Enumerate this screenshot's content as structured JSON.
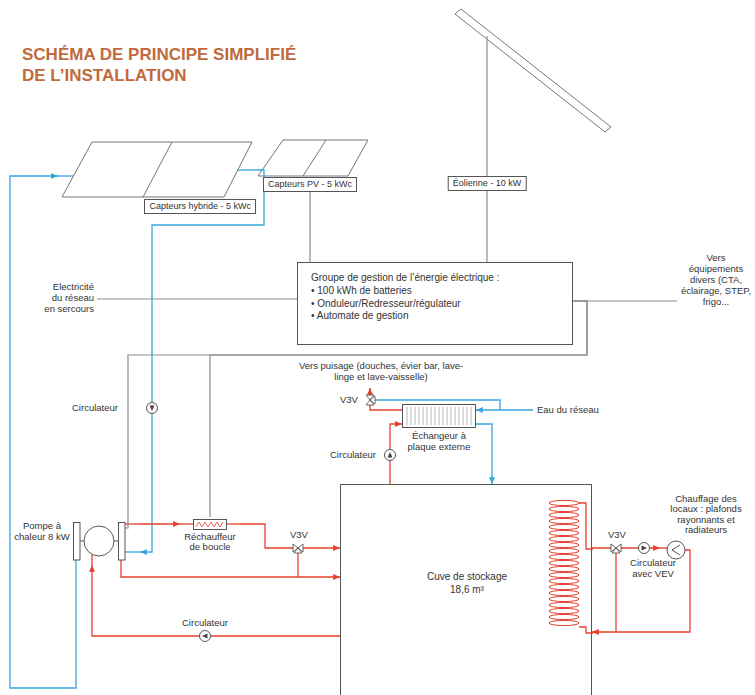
{
  "diagram": {
    "title": "SCHÉMA DE PRINCIPE SIMPLIFIÉ DE L’INSTALLATION",
    "nodes": [
      {
        "text": [
          "Capteurs hybride - 5 kWc"
        ]
      },
      {
        "text": [
          "Capteurs PV - 5 kWc"
        ]
      },
      {
        "text": [
          "Éolienne - 10 kW"
        ]
      },
      {
        "text": [
          "Groupe de gestion de l’énergie électrique :",
          "• 100 kWh de batteries",
          "• Onduleur/Redresseur/régulateur",
          "• Automate de gestion"
        ]
      },
      {
        "text": [
          "Échangeur à plaque externe"
        ]
      },
      {
        "text": [
          "Cuve de stockage 18,6 m³"
        ]
      },
      {
        "text": [
          "Chauffage des locaux : plafonds rayonnants et radiateurs"
        ]
      },
      {
        "text": [
          "Réchauffeur de boucle"
        ]
      },
      {
        "text": [
          "Pompe à chaleur 8 kW"
        ]
      }
    ],
    "edges": [
      {
        "from": 1,
        "to": 3,
        "arrow": "none"
      },
      {
        "from": 2,
        "to": 3,
        "arrow": "none"
      },
      {
        "from": 3,
        "to": 8,
        "arrow": "none"
      },
      {
        "from": 3,
        "to": 7,
        "arrow": "none"
      },
      {
        "from": 0,
        "to": 8,
        "arrow": "to"
      },
      {
        "from": 8,
        "to": 0,
        "arrow": "to"
      },
      {
        "from": 8,
        "to": 7,
        "arrow": "to"
      },
      {
        "from": 7,
        "to": 5,
        "arrow": "to"
      },
      {
        "from": 8,
        "to": 5,
        "arrow": "to"
      },
      {
        "from": 5,
        "to": 8,
        "arrow": "to"
      },
      {
        "from": 5,
        "to": 4,
        "arrow": "to"
      },
      {
        "from": 4,
        "to": 5,
        "arrow": "to"
      },
      {
        "from": 5,
        "to": 6,
        "arrow": "to"
      },
      {
        "from": 6,
        "to": 5,
        "arrow": "to"
      }
    ],
    "labels": [
      "Electricité du réseau en sercours",
      "Vers équipements divers (CTA, éclairage, STEP, frigo...",
      "Vers puisage (douches, évier bar, lave-linge et lave-vaisselle)",
      "V3V",
      "Eau du réseau",
      "Circulateur",
      "Circulateur",
      "V3V",
      "V3V",
      "Circulateur avec VEV",
      "Circulateur"
    ]
  }
}
